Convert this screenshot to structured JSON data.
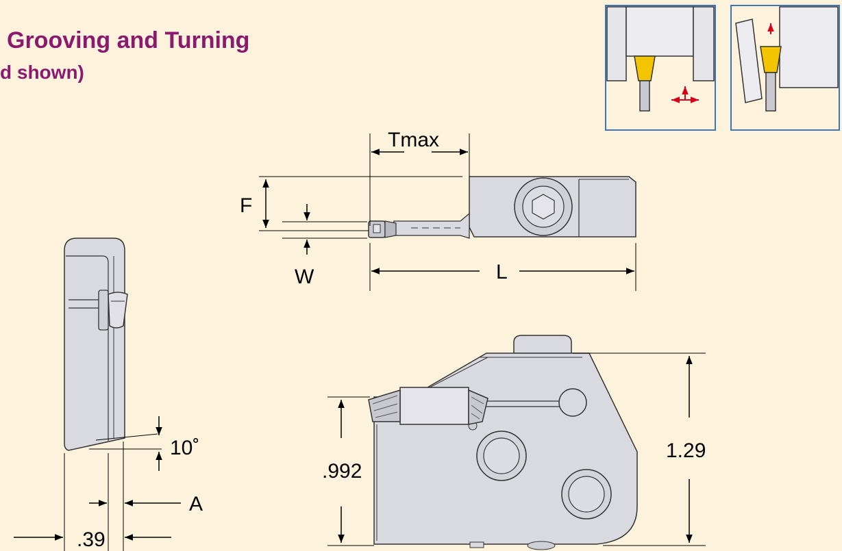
{
  "header": {
    "title": "Grooving and Turning",
    "subtitle": "d shown)"
  },
  "dimensions": {
    "tmax": "Tmax",
    "f": "F",
    "w": "W",
    "l": "L",
    "angle": "10˚",
    "a": "A",
    "width_39": ".39",
    "height_992": ".992",
    "height_129": "1.29"
  },
  "colors": {
    "background": "#fdf3dc",
    "title": "#8a1a6e",
    "body_fill": "#d9d9e0",
    "outline": "#333333",
    "insert_yellow": "#f2c500",
    "frame_blue": "#3f74b5",
    "arrow_red": "#d6001c"
  }
}
